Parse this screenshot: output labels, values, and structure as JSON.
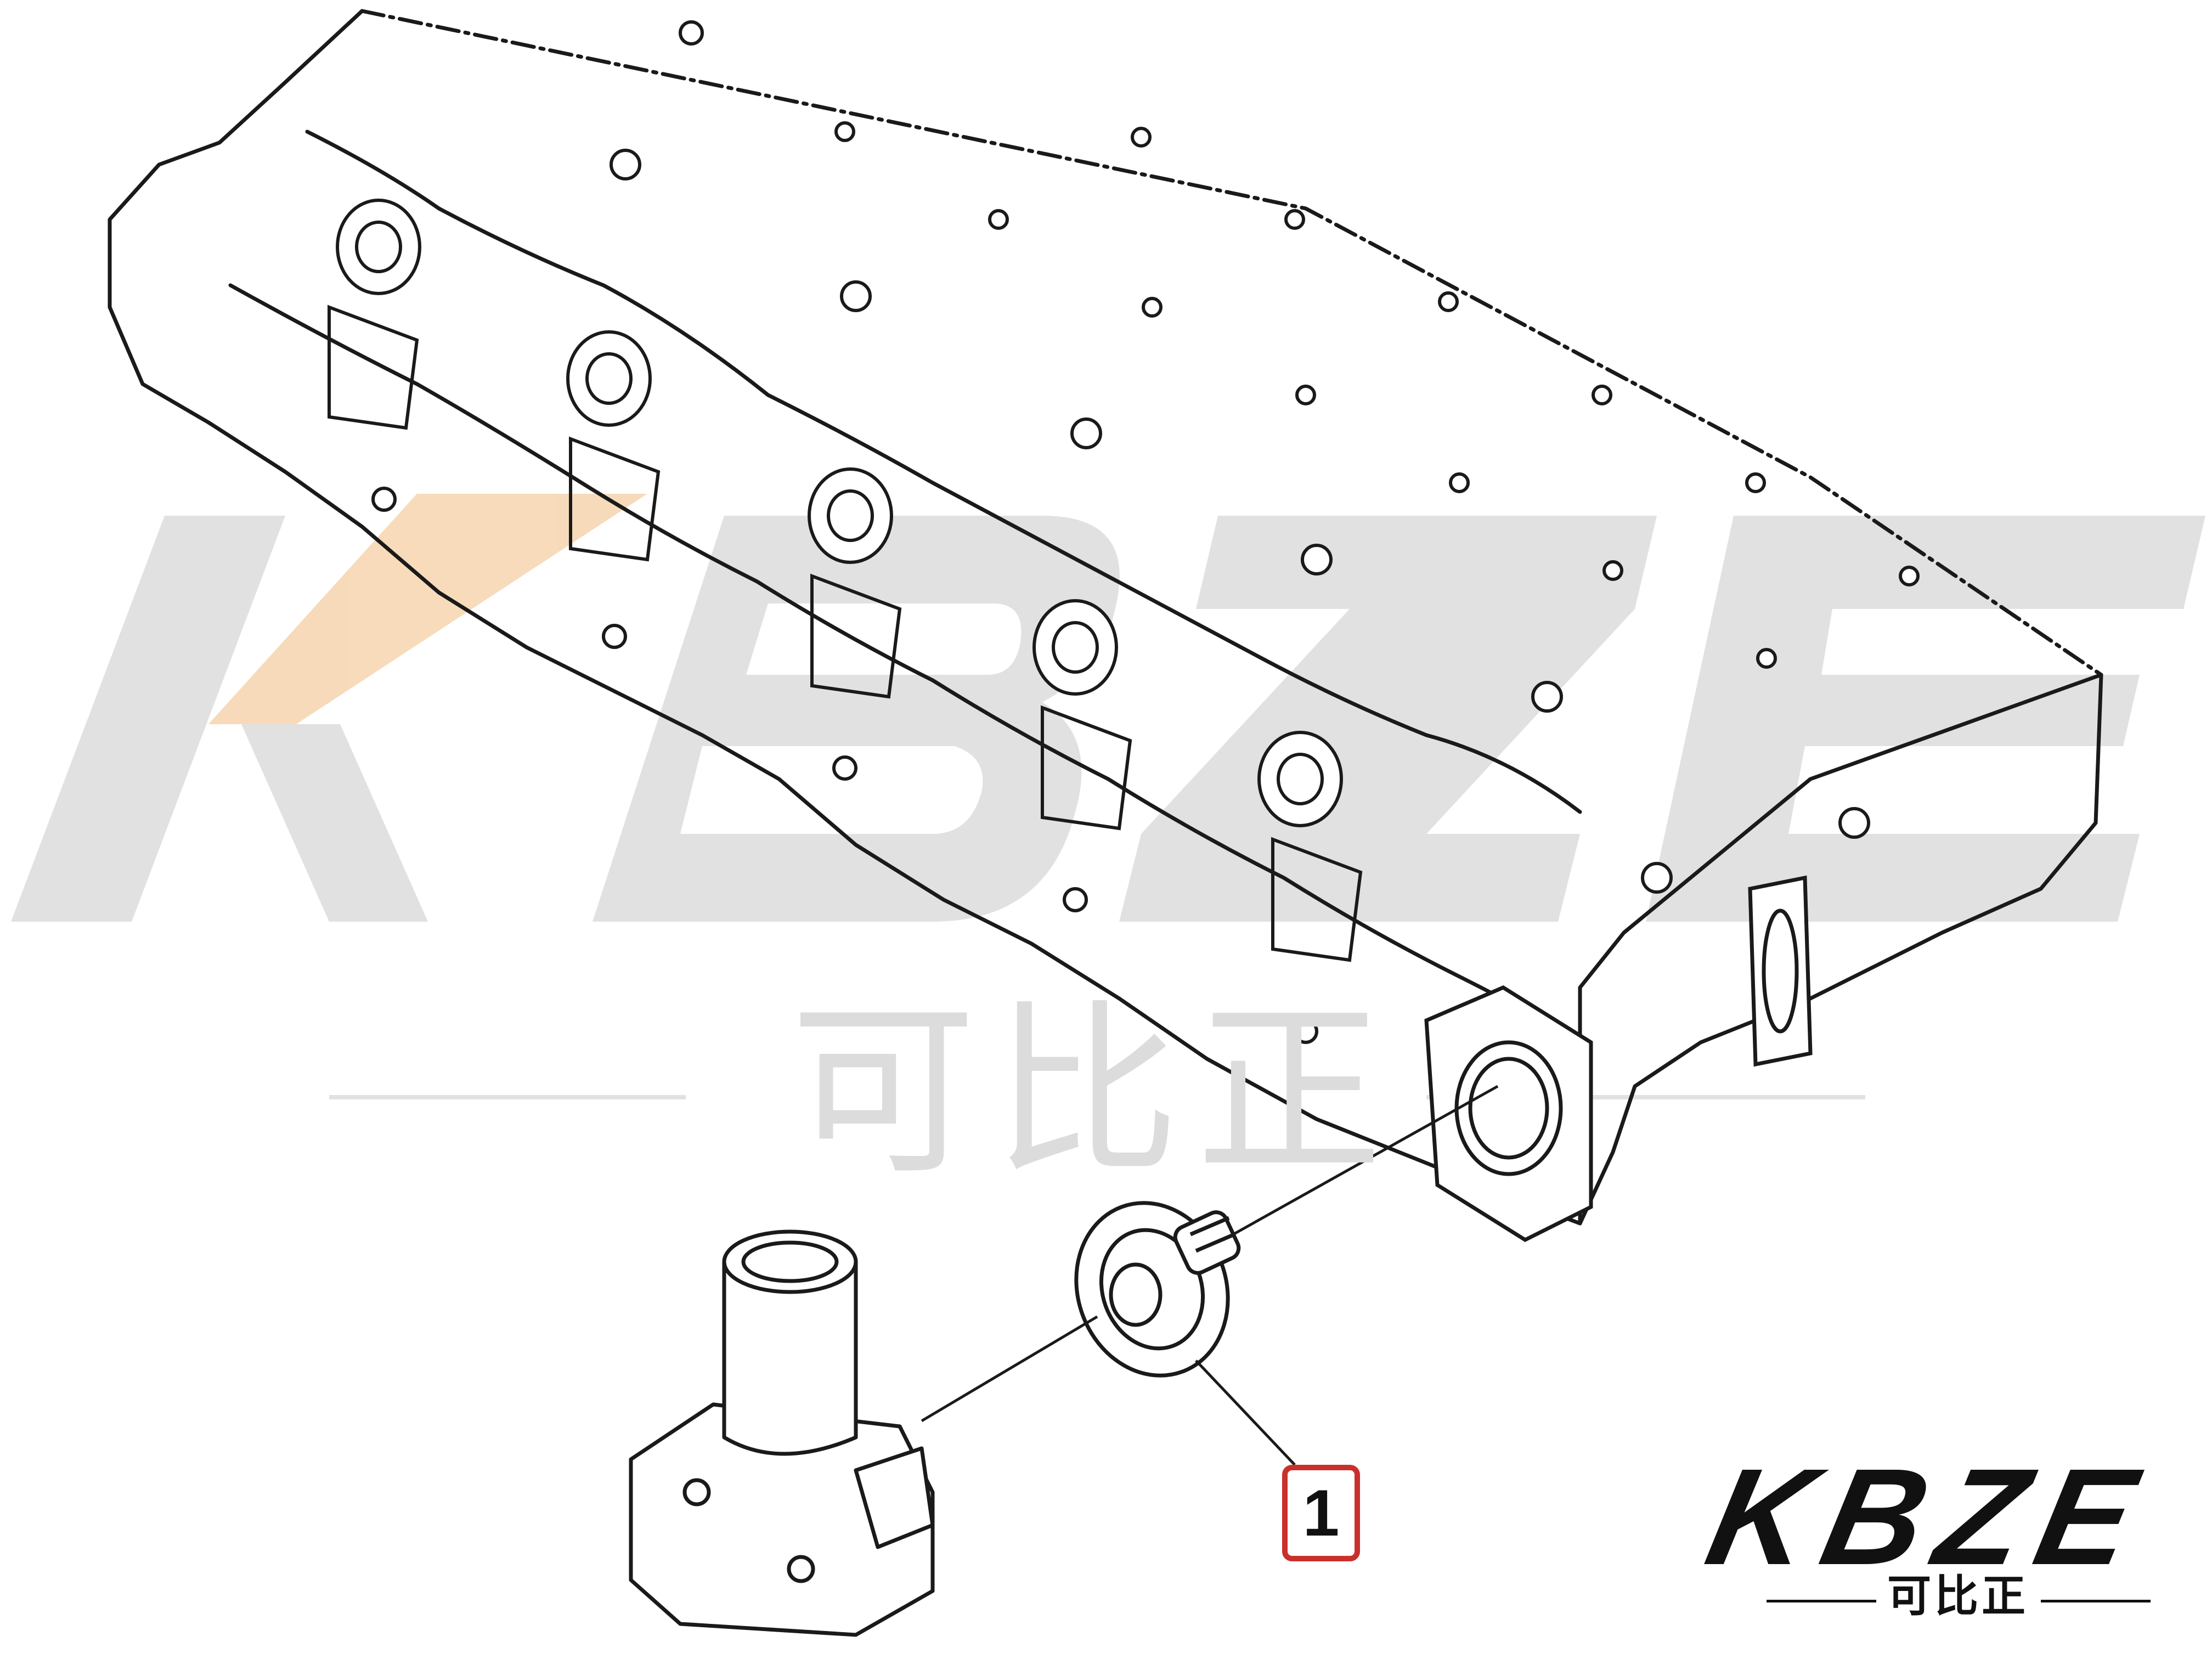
{
  "diagram": {
    "callout_label": "1",
    "colors": {
      "line": "#1a1a1a",
      "callout_border": "#c9302c",
      "watermark": "#dcdcdc",
      "watermark_accent": "#f6d7b3"
    }
  },
  "watermark": {
    "brand": "KBZE",
    "chinese": "可比正"
  },
  "logo": {
    "brand": "KBZE",
    "chinese": "可比正"
  }
}
